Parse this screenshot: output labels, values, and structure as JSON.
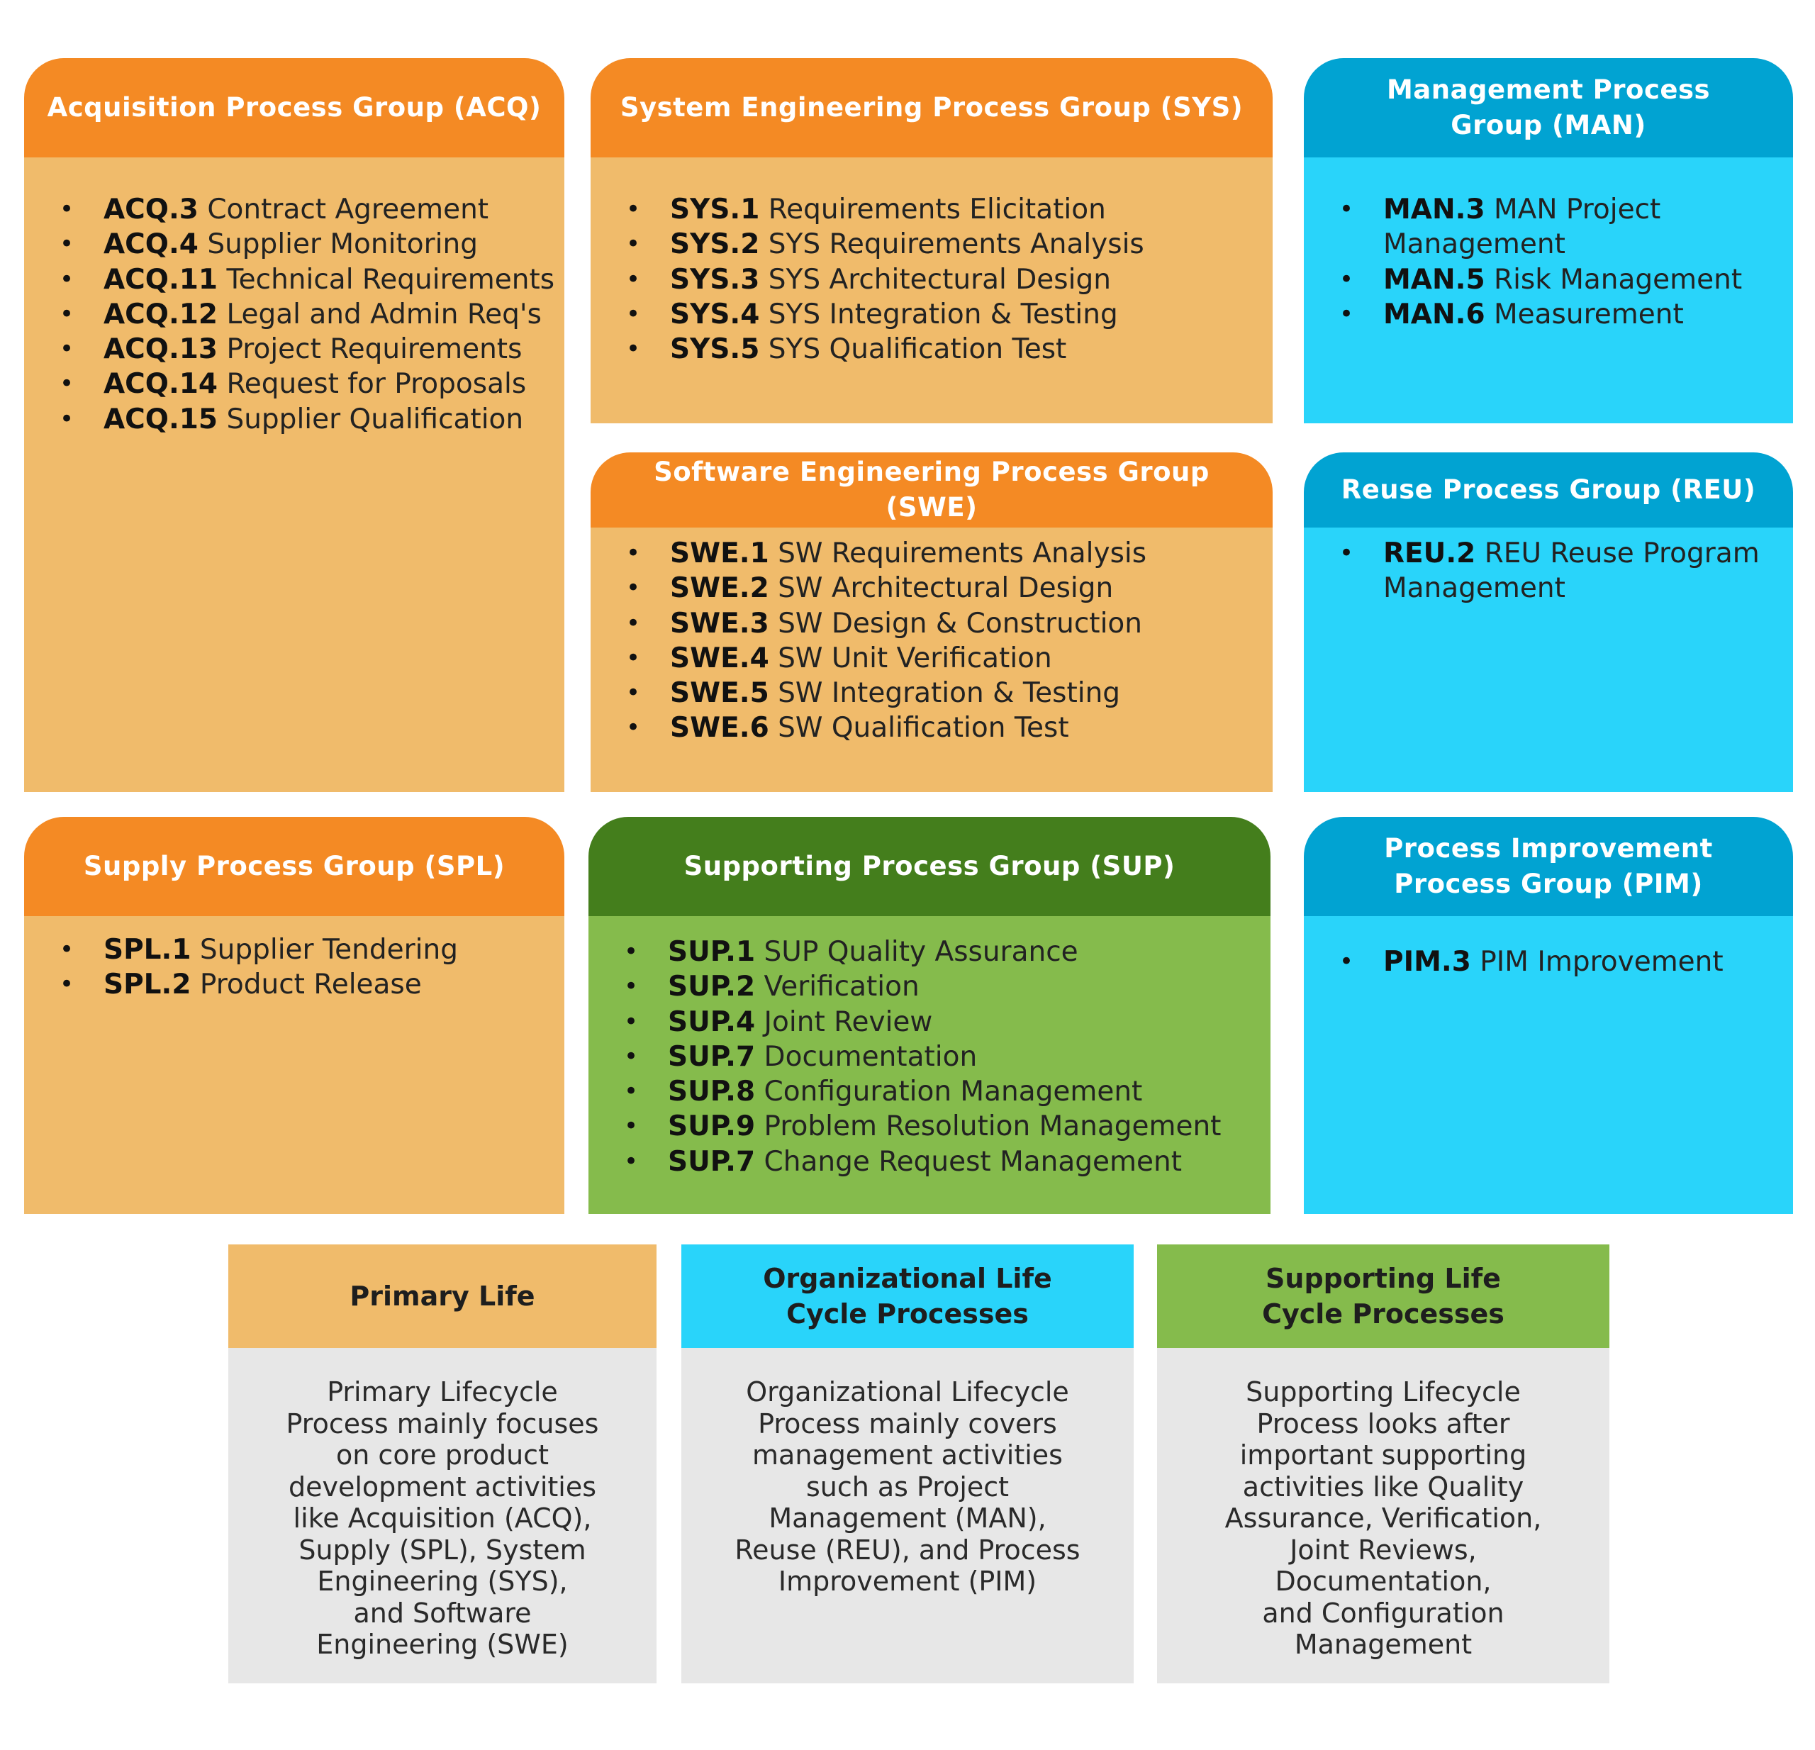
{
  "groups": {
    "acq": {
      "title": "Acquisition Process Group (ACQ)",
      "items": [
        {
          "code": "ACQ.3",
          "label": "Contract Agreement"
        },
        {
          "code": "ACQ.4",
          "label": "Supplier Monitoring"
        },
        {
          "code": "ACQ.11",
          "label": "Technical Requirements"
        },
        {
          "code": "ACQ.12",
          "label": "Legal and Admin Req's"
        },
        {
          "code": "ACQ.13",
          "label": "Project Requirements"
        },
        {
          "code": "ACQ.14",
          "label": "Request for Proposals"
        },
        {
          "code": "ACQ.15",
          "label": "Supplier Qualification"
        }
      ]
    },
    "sys": {
      "title": "System Engineering Process Group (SYS)",
      "items": [
        {
          "code": "SYS.1",
          "label": "Requirements Elicitation"
        },
        {
          "code": "SYS.2",
          "label": "SYS Requirements Analysis"
        },
        {
          "code": "SYS.3",
          "label": "SYS Architectural Design"
        },
        {
          "code": "SYS.4",
          "label": "SYS Integration & Testing"
        },
        {
          "code": "SYS.5",
          "label": "SYS Qualification Test"
        }
      ]
    },
    "man": {
      "title_line1": "Management Process",
      "title_line2": "Group (MAN)",
      "items": [
        {
          "code": "MAN.3",
          "label_line1": "MAN Project",
          "label_line2": "Management"
        },
        {
          "code": "MAN.5",
          "label": "Risk Management"
        },
        {
          "code": "MAN.6",
          "label": "Measurement"
        }
      ]
    },
    "swe": {
      "title": "Software Engineering Process Group (SWE)",
      "items": [
        {
          "code": "SWE.1",
          "label": "SW Requirements Analysis"
        },
        {
          "code": "SWE.2",
          "label": "SW Architectural Design"
        },
        {
          "code": "SWE.3",
          "label": "SW Design & Construction"
        },
        {
          "code": "SWE.4",
          "label": "SW Unit Verification"
        },
        {
          "code": "SWE.5",
          "label": "SW Integration & Testing"
        },
        {
          "code": "SWE.6",
          "label": "SW Qualification Test"
        }
      ]
    },
    "reu": {
      "title": "Reuse Process Group (REU)",
      "items": [
        {
          "code": "REU.2",
          "label_line1": "REU Reuse Program",
          "label_line2": "Management"
        }
      ]
    },
    "spl": {
      "title": "Supply Process Group (SPL)",
      "items": [
        {
          "code": "SPL.1",
          "label": "Supplier Tendering"
        },
        {
          "code": "SPL.2",
          "label": "Product Release"
        }
      ]
    },
    "sup": {
      "title": "Supporting Process Group (SUP)",
      "items": [
        {
          "code": "SUP.1",
          "label": "SUP Quality Assurance"
        },
        {
          "code": "SUP.2",
          "label": "Verification"
        },
        {
          "code": "SUP.4",
          "label": "Joint Review"
        },
        {
          "code": "SUP.7",
          "label": "Documentation"
        },
        {
          "code": "SUP.8",
          "label": "Configuration Management"
        },
        {
          "code": "SUP.9",
          "label": "Problem Resolution Management"
        },
        {
          "code": "SUP.7",
          "label": "Change Request Management"
        }
      ]
    },
    "pim": {
      "title_line1": "Process Improvement",
      "title_line2": "Process Group (PIM)",
      "items": [
        {
          "code": "PIM.3",
          "label": "PIM Improvement"
        }
      ]
    }
  },
  "legend": {
    "primary": {
      "title": "Primary Life",
      "lines": [
        "Primary Lifecycle",
        "Process mainly focuses",
        "on core product",
        "development activities",
        "like Acquisition (ACQ),",
        "Supply (SPL), System",
        "Engineering (SYS),",
        "and Software",
        "Engineering (SWE)"
      ]
    },
    "organizational": {
      "title_line1": "Organizational Life",
      "title_line2": "Cycle Processes",
      "lines": [
        "Organizational Lifecycle",
        "Process mainly covers",
        "management activities",
        "such as Project",
        "Management (MAN),",
        "Reuse (REU), and Process",
        "Improvement (PIM)"
      ]
    },
    "supporting": {
      "title_line1": "Supporting Life",
      "title_line2": "Cycle Processes",
      "lines": [
        "Supporting Lifecycle",
        "Process looks after",
        "important supporting",
        "activities like Quality",
        "Assurance, Verification,",
        "Joint Reviews,",
        "Documentation,",
        "and Configuration",
        "Management"
      ]
    }
  },
  "colors": {
    "orange_header": "#f48a24",
    "orange_body": "#f0bb6b",
    "blue_header": "#01a3d2",
    "blue_body": "#29d4fa",
    "green_header": "#447e1c",
    "green_body": "#85bb4c",
    "legend_body": "#e7e7e7"
  }
}
